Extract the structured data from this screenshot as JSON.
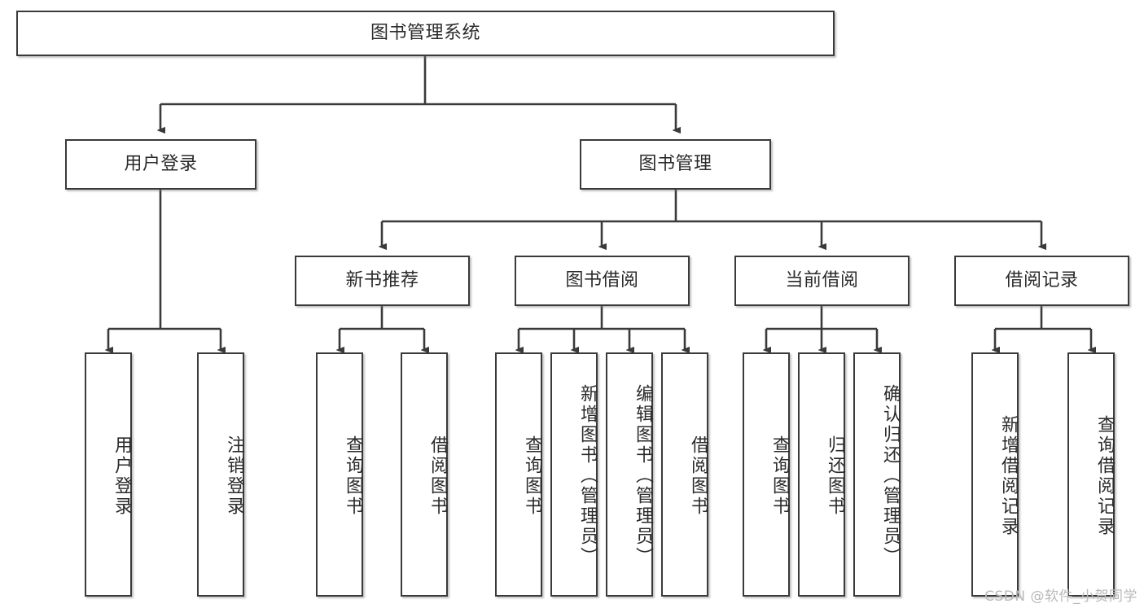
{
  "diagram": {
    "type": "tree-hierarchy",
    "title": "图书管理系统",
    "colors": {
      "box_border": "#3a3a3a",
      "box_fill": "#ffffff",
      "line": "#3a3a3a",
      "text": "#2b2b2b",
      "watermark": "#b9b9b9"
    },
    "root": {
      "label": "图书管理系统"
    },
    "level2": [
      {
        "label": "用户登录"
      },
      {
        "label": "图书管理"
      }
    ],
    "level3": [
      {
        "label": "新书推荐"
      },
      {
        "label": "图书借阅"
      },
      {
        "label": "当前借阅"
      },
      {
        "label": "借阅记录"
      }
    ],
    "leaves": {
      "user_login": [
        {
          "label": "用户登录"
        },
        {
          "label": "注销登录"
        }
      ],
      "new_book_recommend": [
        {
          "label": "查询图书"
        },
        {
          "label": "借阅图书"
        }
      ],
      "book_borrow": [
        {
          "label": "查询图书"
        },
        {
          "label": "新增图书（管理员）"
        },
        {
          "label": "编辑图书（管理员）"
        },
        {
          "label": "借阅图书"
        }
      ],
      "current_borrow": [
        {
          "label": "查询图书"
        },
        {
          "label": "归还图书"
        },
        {
          "label": "确认归还（管理员）"
        }
      ],
      "borrow_record": [
        {
          "label": "新增借阅记录"
        },
        {
          "label": "查询借阅记录"
        }
      ]
    }
  },
  "watermark": {
    "text": "CSDN @软件_小贺同学"
  }
}
